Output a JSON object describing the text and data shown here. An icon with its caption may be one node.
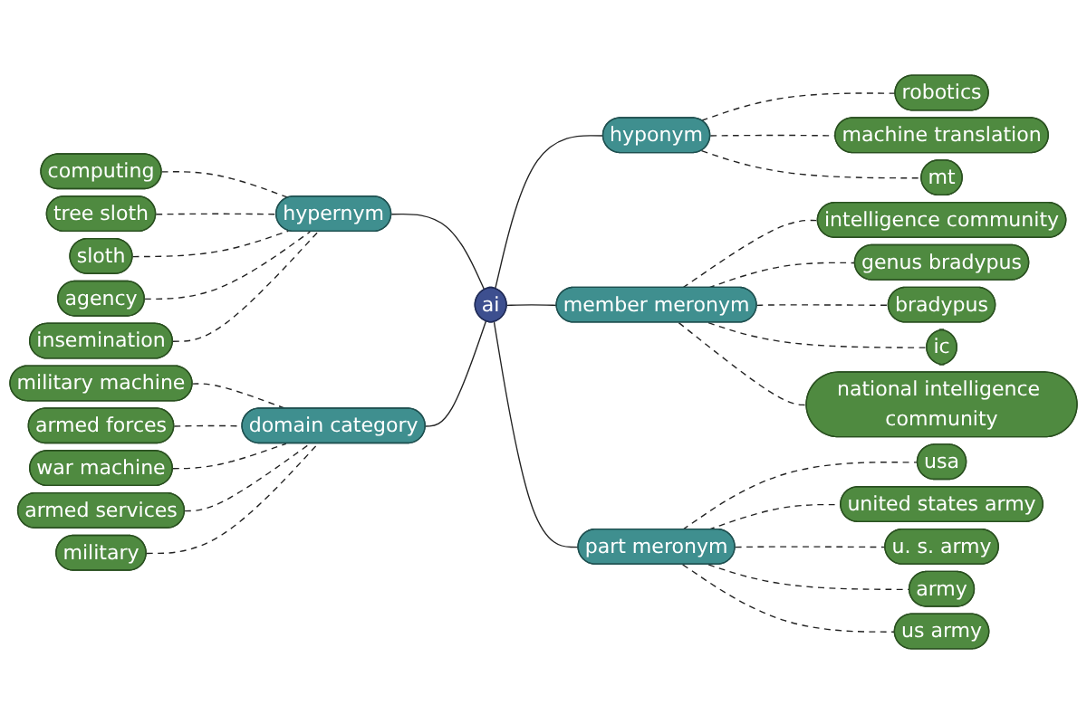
{
  "diagram": {
    "nodes": [
      {
        "text": [
          "ai"
        ]
      },
      {
        "text": [
          "hypernym"
        ]
      },
      {
        "text": [
          "computing"
        ]
      },
      {
        "text": [
          "tree sloth"
        ]
      },
      {
        "text": [
          "sloth"
        ]
      },
      {
        "text": [
          "agency"
        ]
      },
      {
        "text": [
          "insemination"
        ]
      },
      {
        "text": [
          "domain category"
        ]
      },
      {
        "text": [
          "military machine"
        ]
      },
      {
        "text": [
          "armed forces"
        ]
      },
      {
        "text": [
          "war machine"
        ]
      },
      {
        "text": [
          "armed services"
        ]
      },
      {
        "text": [
          "military"
        ]
      },
      {
        "text": [
          "hyponym"
        ]
      },
      {
        "text": [
          "robotics"
        ]
      },
      {
        "text": [
          "machine translation"
        ]
      },
      {
        "text": [
          "mt"
        ]
      },
      {
        "text": [
          "member meronym"
        ]
      },
      {
        "text": [
          "intelligence community"
        ]
      },
      {
        "text": [
          "genus bradypus"
        ]
      },
      {
        "text": [
          "bradypus"
        ]
      },
      {
        "text": [
          "ic"
        ]
      },
      {
        "text": [
          "national intelligence community"
        ]
      },
      {
        "text": [
          "part meronym"
        ]
      },
      {
        "text": [
          "usa"
        ]
      },
      {
        "text": [
          "united states army"
        ]
      },
      {
        "text": [
          "u. s. army"
        ]
      },
      {
        "text": [
          "army"
        ]
      },
      {
        "text": [
          "us army"
        ]
      }
    ],
    "edges": [
      {
        "from": 1,
        "to": 0,
        "arrow": "none"
      },
      {
        "from": 7,
        "to": 0,
        "arrow": "none"
      },
      {
        "from": 0,
        "to": 13,
        "arrow": "none"
      },
      {
        "from": 0,
        "to": 17,
        "arrow": "none"
      },
      {
        "from": 0,
        "to": 23,
        "arrow": "none"
      },
      {
        "from": 2,
        "to": 1,
        "arrow": "none",
        "style": "dashed"
      },
      {
        "from": 3,
        "to": 1,
        "arrow": "none",
        "style": "dashed"
      },
      {
        "from": 4,
        "to": 1,
        "arrow": "none",
        "style": "dashed"
      },
      {
        "from": 5,
        "to": 1,
        "arrow": "none",
        "style": "dashed"
      },
      {
        "from": 6,
        "to": 1,
        "arrow": "none",
        "style": "dashed"
      },
      {
        "from": 8,
        "to": 7,
        "arrow": "none",
        "style": "dashed"
      },
      {
        "from": 9,
        "to": 7,
        "arrow": "none",
        "style": "dashed"
      },
      {
        "from": 10,
        "to": 7,
        "arrow": "none",
        "style": "dashed"
      },
      {
        "from": 11,
        "to": 7,
        "arrow": "none",
        "style": "dashed"
      },
      {
        "from": 12,
        "to": 7,
        "arrow": "none",
        "style": "dashed"
      },
      {
        "from": 13,
        "to": 14,
        "arrow": "none",
        "style": "dashed"
      },
      {
        "from": 13,
        "to": 15,
        "arrow": "none",
        "style": "dashed"
      },
      {
        "from": 13,
        "to": 16,
        "arrow": "none",
        "style": "dashed"
      },
      {
        "from": 17,
        "to": 18,
        "arrow": "none",
        "style": "dashed"
      },
      {
        "from": 17,
        "to": 19,
        "arrow": "none",
        "style": "dashed"
      },
      {
        "from": 17,
        "to": 20,
        "arrow": "none",
        "style": "dashed"
      },
      {
        "from": 17,
        "to": 21,
        "arrow": "none",
        "style": "dashed"
      },
      {
        "from": 17,
        "to": 22,
        "arrow": "none",
        "style": "dashed"
      },
      {
        "from": 23,
        "to": 24,
        "arrow": "none",
        "style": "dashed"
      },
      {
        "from": 23,
        "to": 25,
        "arrow": "none",
        "style": "dashed"
      },
      {
        "from": 23,
        "to": 26,
        "arrow": "none",
        "style": "dashed"
      },
      {
        "from": 23,
        "to": 27,
        "arrow": "none",
        "style": "dashed"
      },
      {
        "from": 23,
        "to": 28,
        "arrow": "none",
        "style": "dashed"
      }
    ]
  }
}
